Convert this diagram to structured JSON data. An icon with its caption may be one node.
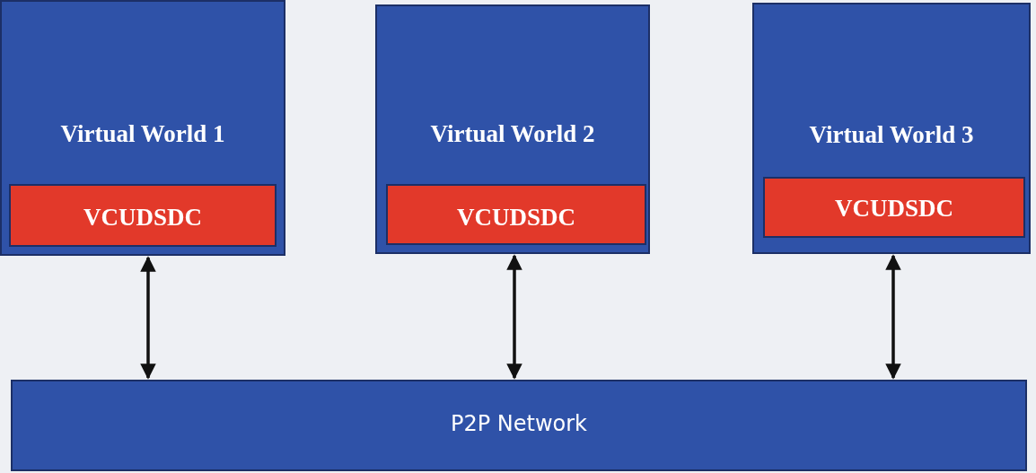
{
  "diagram": {
    "nodes": [
      {
        "text": [
          "Virtual World 1"
        ]
      },
      {
        "text": [
          "VCUDSDC"
        ],
        "in": 0
      },
      {
        "text": [
          "Virtual World 2"
        ]
      },
      {
        "text": [
          "VCUDSDC"
        ],
        "in": 2
      },
      {
        "text": [
          "Virtual World 3"
        ]
      },
      {
        "text": [
          "VCUDSDC"
        ],
        "in": 4
      },
      {
        "text": [
          "P2P Network"
        ]
      }
    ],
    "edges": [
      {
        "from": 0,
        "to": 6,
        "arrow": "both"
      },
      {
        "from": 2,
        "to": 6,
        "arrow": "both"
      },
      {
        "from": 4,
        "to": 6,
        "arrow": "both"
      }
    ]
  }
}
